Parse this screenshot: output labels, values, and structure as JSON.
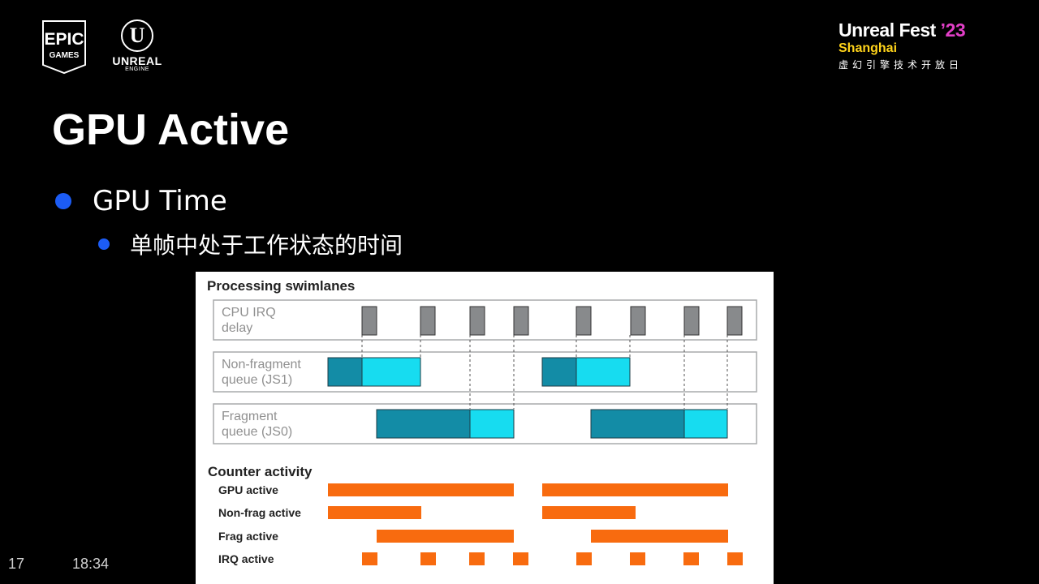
{
  "header": {
    "epic_logo_text": [
      "EPIC",
      "GAMES"
    ],
    "ue_logo_text": "UNREAL",
    "ue_logo_sub": "ENGINE",
    "fest_title": "Unreal Fest",
    "fest_year": "’23",
    "fest_city": "Shanghai",
    "fest_cn": "虚幻引擎技术开放日"
  },
  "slide": {
    "title": "GPU Active",
    "bullet": "GPU Time",
    "sub_bullet": "单帧中处于工作状态的时间"
  },
  "diagram": {
    "section1": "Processing swimlanes",
    "lanes": [
      {
        "line1": "CPU IRQ",
        "line2": "delay"
      },
      {
        "line1": "Non-fragment",
        "line2": "queue (JS1)"
      },
      {
        "line1": "Fragment",
        "line2": "queue (JS0)"
      }
    ],
    "section2": "Counter activity",
    "counters": [
      "GPU active",
      "Non-frag active",
      "Frag active",
      "IRQ active"
    ],
    "colors": {
      "irq_block": "#888a8c",
      "dark_teal": "#138ca6",
      "light_cyan": "#17dcf0",
      "orange": "#f86b0f",
      "lane_border": "#a9aaac",
      "text_gray": "#909090"
    }
  },
  "footer": {
    "page": "17",
    "time": "18:34"
  }
}
